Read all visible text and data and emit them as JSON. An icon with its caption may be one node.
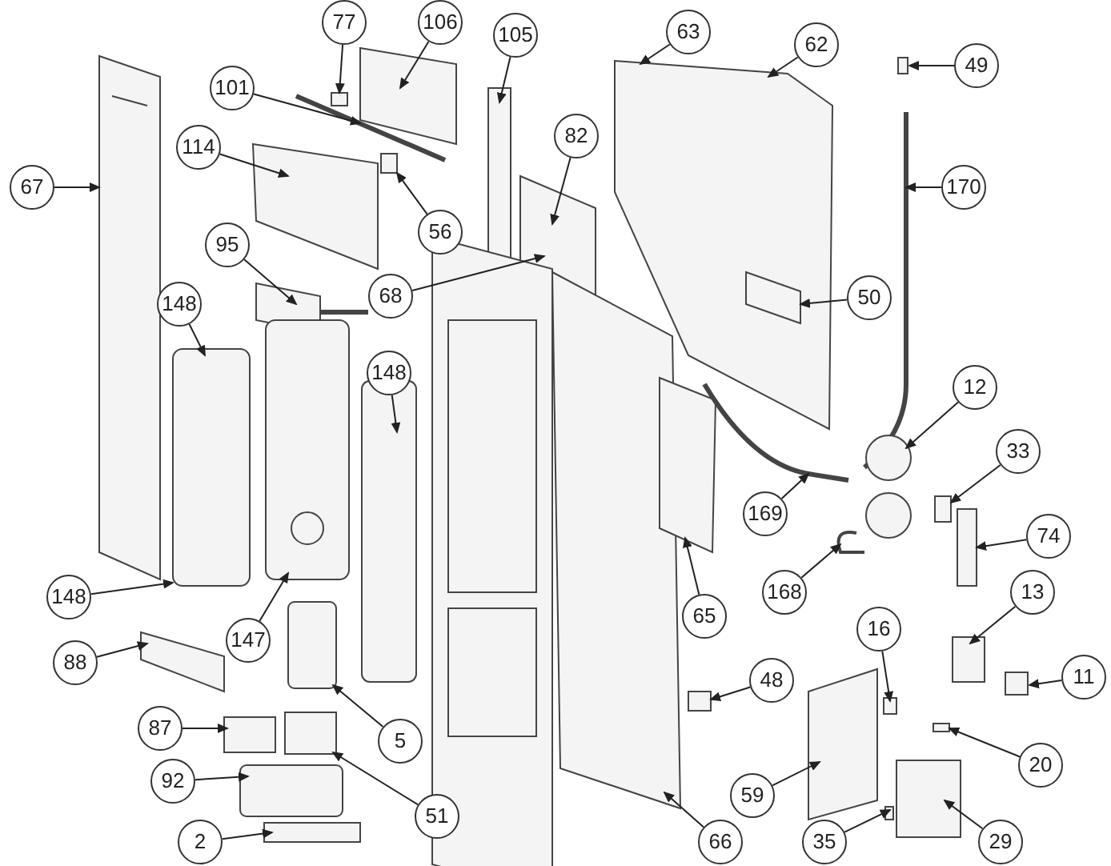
{
  "diagram": {
    "nodes": [
      {
        "text": [
          "106"
        ]
      },
      {
        "text": [
          "77"
        ]
      },
      {
        "text": [
          "63"
        ]
      },
      {
        "text": [
          "105"
        ]
      },
      {
        "text": [
          "62"
        ]
      },
      {
        "text": [
          "49"
        ]
      },
      {
        "text": [
          "101"
        ]
      },
      {
        "text": [
          "82"
        ]
      },
      {
        "text": [
          "114"
        ]
      },
      {
        "text": [
          "67"
        ]
      },
      {
        "text": [
          "170"
        ]
      },
      {
        "text": [
          "56"
        ]
      },
      {
        "text": [
          "95"
        ]
      },
      {
        "text": [
          "68"
        ]
      },
      {
        "text": [
          "148"
        ]
      },
      {
        "text": [
          "50"
        ]
      },
      {
        "text": [
          "148"
        ]
      },
      {
        "text": [
          "12"
        ]
      },
      {
        "text": [
          "33"
        ]
      },
      {
        "text": [
          "169"
        ]
      },
      {
        "text": [
          "74"
        ]
      },
      {
        "text": [
          "168"
        ]
      },
      {
        "text": [
          "148"
        ]
      },
      {
        "text": [
          "147"
        ]
      },
      {
        "text": [
          "65"
        ]
      },
      {
        "text": [
          "13"
        ]
      },
      {
        "text": [
          "16"
        ]
      },
      {
        "text": [
          "88"
        ]
      },
      {
        "text": [
          "11"
        ]
      },
      {
        "text": [
          "48"
        ]
      },
      {
        "text": [
          "20"
        ]
      },
      {
        "text": [
          "5"
        ]
      },
      {
        "text": [
          "87"
        ]
      },
      {
        "text": [
          "59"
        ]
      },
      {
        "text": [
          "92"
        ]
      },
      {
        "text": [
          "51"
        ]
      },
      {
        "text": [
          "2"
        ]
      },
      {
        "text": [
          "66"
        ]
      },
      {
        "text": [
          "35"
        ]
      },
      {
        "text": [
          "29"
        ]
      }
    ],
    "edges": [
      {
        "from": 0,
        "to": null,
        "arrow": "to"
      },
      {
        "from": 1,
        "to": null,
        "arrow": "to"
      },
      {
        "from": 2,
        "to": null,
        "arrow": "to"
      },
      {
        "from": 3,
        "to": null,
        "arrow": "to"
      },
      {
        "from": 4,
        "to": null,
        "arrow": "to"
      },
      {
        "from": 5,
        "to": null,
        "arrow": "to"
      },
      {
        "from": 6,
        "to": null,
        "arrow": "to"
      },
      {
        "from": 7,
        "to": null,
        "arrow": "to"
      },
      {
        "from": 8,
        "to": null,
        "arrow": "to"
      },
      {
        "from": 9,
        "to": null,
        "arrow": "to"
      },
      {
        "from": 10,
        "to": null,
        "arrow": "to"
      },
      {
        "from": 11,
        "to": null,
        "arrow": "to"
      },
      {
        "from": 12,
        "to": null,
        "arrow": "to"
      },
      {
        "from": 13,
        "to": null,
        "arrow": "to"
      },
      {
        "from": 14,
        "to": null,
        "arrow": "to"
      },
      {
        "from": 15,
        "to": null,
        "arrow": "to"
      },
      {
        "from": 16,
        "to": null,
        "arrow": "to"
      },
      {
        "from": 17,
        "to": null,
        "arrow": "to"
      },
      {
        "from": 18,
        "to": null,
        "arrow": "to"
      },
      {
        "from": 19,
        "to": null,
        "arrow": "to"
      },
      {
        "from": 20,
        "to": null,
        "arrow": "to"
      },
      {
        "from": 21,
        "to": null,
        "arrow": "to"
      },
      {
        "from": 22,
        "to": null,
        "arrow": "to"
      },
      {
        "from": 23,
        "to": null,
        "arrow": "to"
      },
      {
        "from": 24,
        "to": null,
        "arrow": "to"
      },
      {
        "from": 25,
        "to": null,
        "arrow": "to"
      },
      {
        "from": 26,
        "to": null,
        "arrow": "to"
      },
      {
        "from": 27,
        "to": null,
        "arrow": "to"
      },
      {
        "from": 28,
        "to": null,
        "arrow": "to"
      },
      {
        "from": 29,
        "to": null,
        "arrow": "to"
      },
      {
        "from": 30,
        "to": null,
        "arrow": "to"
      },
      {
        "from": 31,
        "to": null,
        "arrow": "to"
      },
      {
        "from": 32,
        "to": null,
        "arrow": "to"
      },
      {
        "from": 33,
        "to": null,
        "arrow": "to"
      },
      {
        "from": 34,
        "to": null,
        "arrow": "to"
      },
      {
        "from": 35,
        "to": null,
        "arrow": "to"
      },
      {
        "from": 36,
        "to": null,
        "arrow": "to"
      },
      {
        "from": 37,
        "to": null,
        "arrow": "to"
      },
      {
        "from": 38,
        "to": null,
        "arrow": "to"
      },
      {
        "from": 39,
        "to": null,
        "arrow": "to"
      }
    ]
  }
}
